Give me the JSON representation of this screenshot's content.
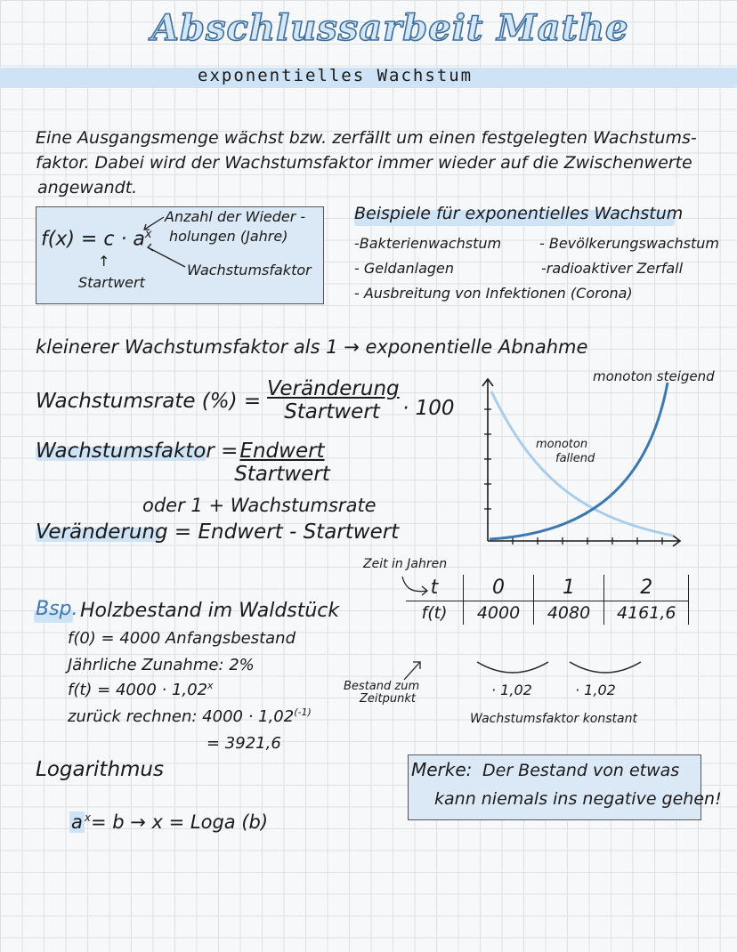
{
  "title": "Abschlussarbeit Mathe",
  "subtitle": "exponentielles Wachstum",
  "intro": {
    "line1": "Eine Ausgangsmenge wächst bzw. zerfällt um einen festgelegten Wachstums-",
    "line2": "faktor. Dabei wird der Wachstumsfaktor immer wieder auf die Zwischenwerte",
    "line3": "angewandt."
  },
  "formula_box": {
    "formula": "f(x) = c · a",
    "exponent": "x",
    "label_repeats_1": "Anzahl der Wieder -",
    "label_repeats_2": "holungen (Jahre)",
    "label_factor": "Wachstumsfaktor",
    "label_start": "Startwert"
  },
  "examples": {
    "heading": "Beispiele für exponentielles Wachstum",
    "items": [
      "-Bakterienwachstum",
      "- Bevölkerungswachstum",
      "- Geldanlagen",
      "-radioaktiver Zerfall",
      "- Ausbreitung von Infektionen (Corona)"
    ]
  },
  "decay_line": "kleinerer Wachstumsfaktor als 1 → exponentielle Abnahme",
  "rate": {
    "lhs": "Wachstumsrate (%) =",
    "num": "Veränderung",
    "den": "Startwert",
    "times": "· 100"
  },
  "factor": {
    "lhs": "Wachstumsfaktor =",
    "num": "Endwert",
    "den": "Startwert",
    "or": "oder 1 + Wachstumsrate"
  },
  "change": "Veränderung = Endwert - Startwert",
  "graph": {
    "label_rising": "monoton steigend",
    "label_falling_1": "monoton",
    "label_falling_2": "fallend"
  },
  "time_label": "Zeit in Jahren",
  "example": {
    "tag": "Bsp.",
    "heading": "Holzbestand im Waldstück",
    "lines": [
      "f(0) = 4000 Anfangsbestand",
      "Jährliche Zunahme: 2%",
      "f(t) = 4000 · 1,02"
    ],
    "exp_t": "x",
    "back_label": "zurück rechnen: 4000 · 1,02",
    "back_exp": "(-1)",
    "back_result": "= 3921,6"
  },
  "table": {
    "row1": [
      "t",
      "0",
      "1",
      "2"
    ],
    "row2": [
      "f(t)",
      "4000",
      "4080",
      "4161,6"
    ],
    "factor1": "· 1,02",
    "factor2": "· 1,02",
    "constant": "Wachstumsfaktor konstant",
    "stock_label_1": "Bestand zum",
    "stock_label_2": "Zeitpunkt"
  },
  "log": {
    "heading": "Logarithmus",
    "formula_a": "a",
    "formula_exp": "x",
    "formula_rest": "= b → x = Loga (b)"
  },
  "merke": {
    "label": "Merke:",
    "line1": "Der Bestand von etwas",
    "line2": "kann niemals ins negative gehen!"
  },
  "colors": {
    "accent": "#3d78b0",
    "highlight": "#cfe3f6",
    "box": "#dbe9f7"
  }
}
